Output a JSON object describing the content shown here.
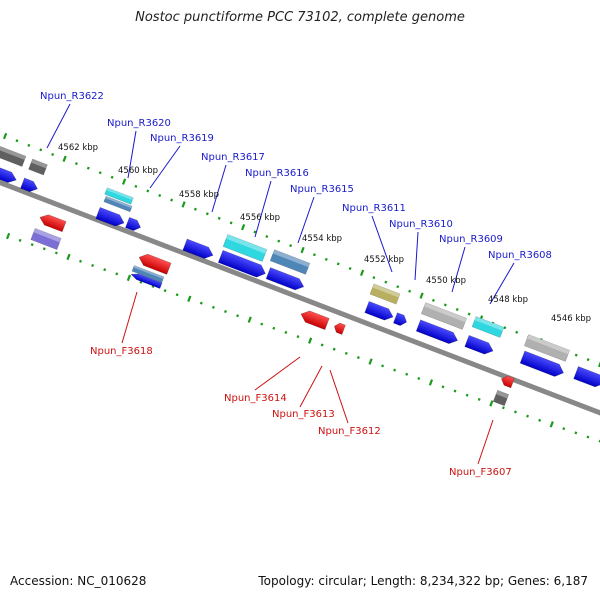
{
  "title": "Nostoc punctiforme PCC 73102, complete genome",
  "footer": {
    "accession": "Accession: NC_010628",
    "summary": "Topology: circular; Length: 8,234,322 bp; Genes: 6,187"
  },
  "ticks": [
    "4562 kbp",
    "4560 kbp",
    "4558 kbp",
    "4556 kbp",
    "4554 kbp",
    "4552 kbp",
    "4550 kbp",
    "4548 kbp",
    "4546 kbp"
  ],
  "reverse_genes": [
    "Npun_R3622",
    "Npun_R3620",
    "Npun_R3619",
    "Npun_R3617",
    "Npun_R3616",
    "Npun_R3615",
    "Npun_R3611",
    "Npun_R3610",
    "Npun_R3609",
    "Npun_R3608"
  ],
  "forward_genes": [
    "Npun_F3618",
    "Npun_F3614",
    "Npun_F3613",
    "Npun_F3612",
    "Npun_F3607"
  ],
  "colors": {
    "reverse_label": "#1a1acc",
    "forward_label": "#cc1111",
    "reverse_arrow": "#1010ee",
    "forward_arrow": "#ee1010",
    "backbone": "#888888",
    "tick": "#1a9a1a",
    "feature_cyan": "#2fd8e0",
    "feature_steel": "#4f86b8",
    "feature_olive": "#b8b060",
    "feature_grey": "#b0b0b0",
    "feature_dark": "#606060",
    "feature_purple": "#7b6fd6"
  }
}
